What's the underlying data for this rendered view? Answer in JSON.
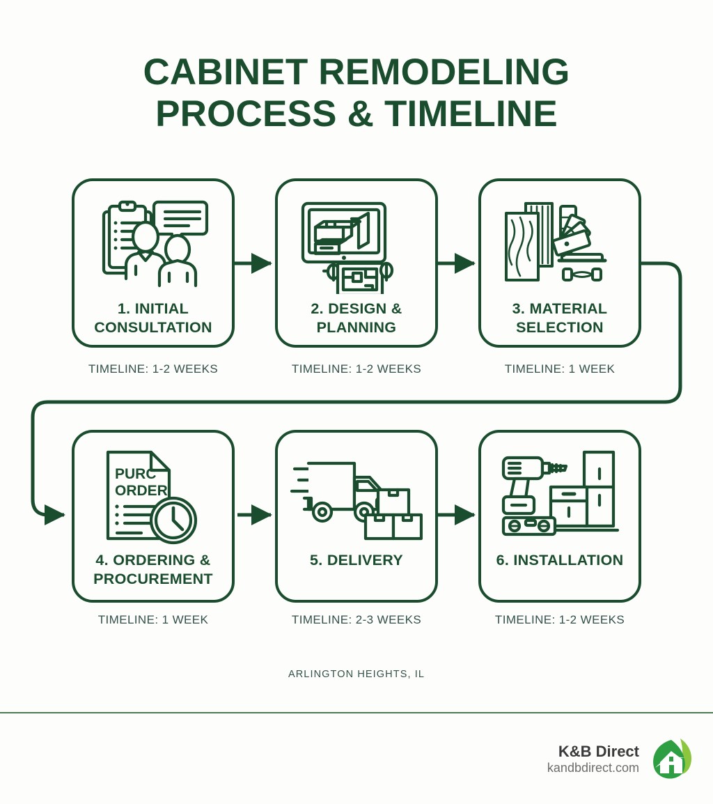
{
  "title": {
    "line1": "CABINET REMODELING",
    "line2": "PROCESS & TIMELINE"
  },
  "colors": {
    "primary_green": "#1a4d2e",
    "divider_green": "#4a7a52",
    "text_muted": "#33514a",
    "logo_dark_leaf": "#2e9e42",
    "logo_light_leaf": "#8cc63f",
    "background": "#fdfdfc"
  },
  "steps": [
    {
      "number": "1",
      "title": "1. INITIAL CONSULTATION",
      "timeline": "TIMELINE: 1-2 WEEKS",
      "icon": "clipboard-people-speech-bubble-icon"
    },
    {
      "number": "2",
      "title": "2. DESIGN & PLANNING",
      "timeline": "TIMELINE: 1-2 WEEKS",
      "icon": "monitor-blueprint-icon"
    },
    {
      "number": "3",
      "title": "3. MATERIAL SELECTION",
      "timeline": "TIMELINE: 1 WEEK",
      "icon": "wood-samples-swatches-hardware-icon"
    },
    {
      "number": "4",
      "title": "4. ORDERING & PROCUREMENT",
      "timeline": "TIMELINE: 1 WEEK",
      "icon": "purchase-order-clock-icon",
      "icon_text": {
        "line1": "PURC",
        "line2": "ORDER"
      }
    },
    {
      "number": "5",
      "title": "5. DELIVERY",
      "timeline": "TIMELINE: 2-3 WEEKS",
      "icon": "delivery-truck-boxes-icon"
    },
    {
      "number": "6",
      "title": "6. INSTALLATION",
      "timeline": "TIMELINE: 1-2 WEEKS",
      "icon": "drill-level-cabinets-icon"
    }
  ],
  "location": "ARLINGTON HEIGHTS, IL",
  "footer": {
    "brand_name": "K&B Direct",
    "brand_url": "kandbdirect.com",
    "logo": "leaf-house-logo"
  }
}
